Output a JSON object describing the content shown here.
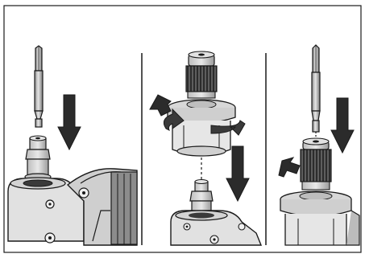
{
  "figure": {
    "panels": [
      {
        "id": "panel-1",
        "action": "insert-bit-into-quick-release-chuck"
      },
      {
        "id": "panel-2",
        "action": "rotate-and-push-attachment-onto-spindle"
      },
      {
        "id": "panel-3",
        "action": "insert-bit-into-attachment-chuck"
      }
    ],
    "colors": {
      "stroke": "#1a1a1a",
      "light_gray": "#d9d9d9",
      "mid_gray": "#9a9a9a",
      "dark_gray": "#3a3a3a",
      "arrow": "#2b2b2b"
    },
    "icons": [
      "screwdriver-bit-icon",
      "down-arrow-icon",
      "curved-rotate-arrow-icon",
      "up-arrow-icon"
    ]
  }
}
